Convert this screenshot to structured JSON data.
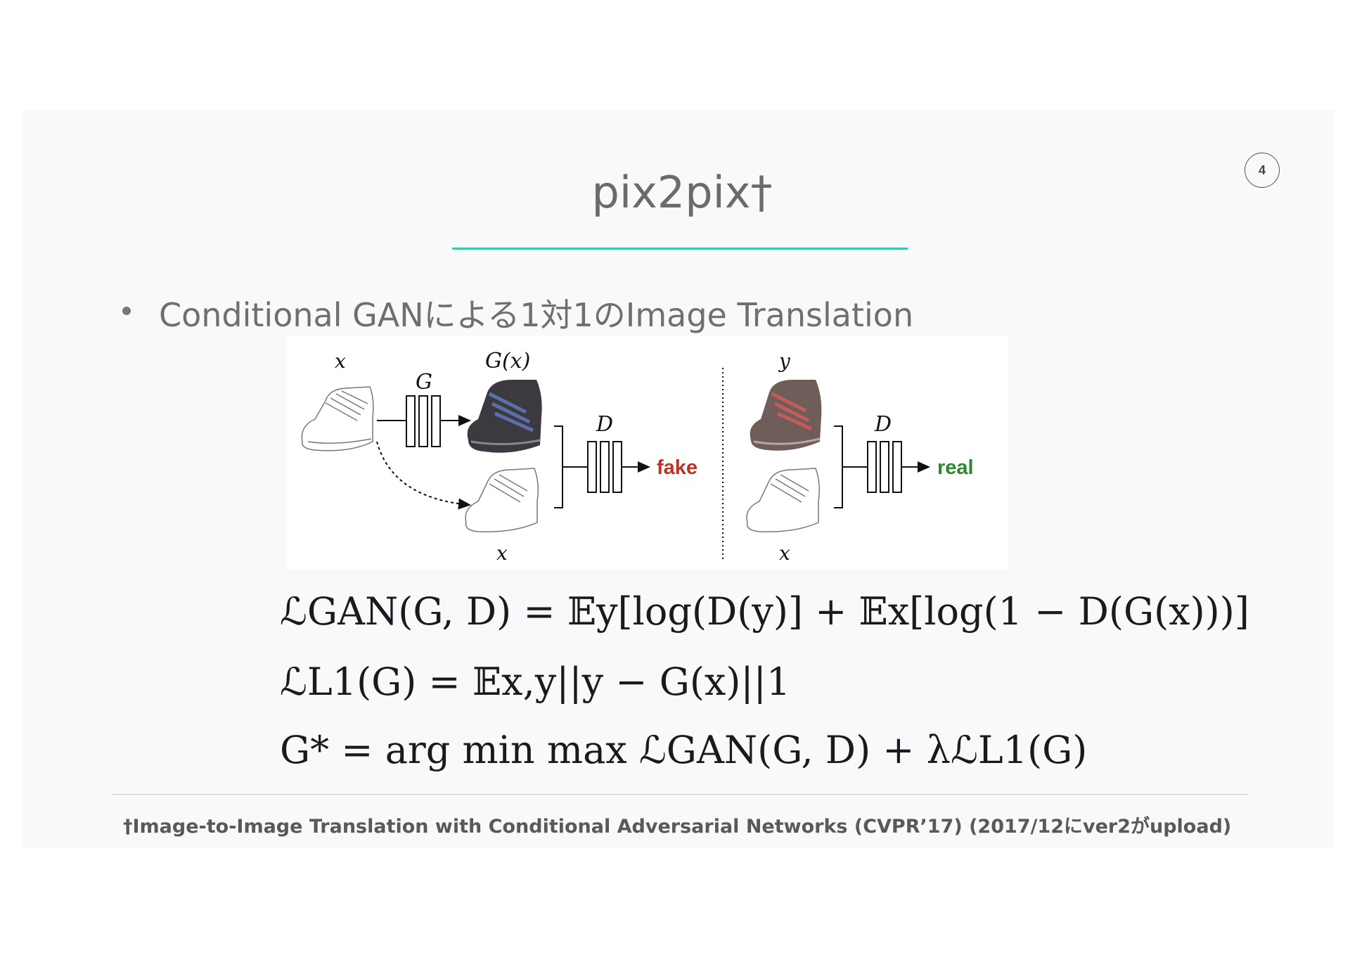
{
  "slide": {
    "page_number": "4",
    "title": "pix2pix†",
    "bullet": "Conditional GANによる1対1のImage Translation",
    "figure": {
      "label_x_top": "x",
      "label_G": "G",
      "label_Gx": "G(x)",
      "label_D_left": "D",
      "label_fake": "fake",
      "label_x_bottom_left": "x",
      "label_y": "y",
      "label_D_right": "D",
      "label_real": "real",
      "label_x_bottom_right": "x",
      "colors": {
        "fake": "#c0311f",
        "real": "#2a8a2a"
      }
    },
    "equations": {
      "gan_loss": "ℒGAN(G, D) = 𝔼y[log(D(y)] + 𝔼x[log(1 − D(G(x)))]",
      "l1_loss": "ℒL1(G) = 𝔼x,y||y − G(x)||1",
      "objective": "G* = arg min max ℒGAN(G, D) + λℒL1(G)"
    },
    "footnote": "†Image-to-Image Translation with Conditional Adversarial Networks (CVPR’17) (2017/12にver2がupload)",
    "accent_color": "#3cc7ad"
  }
}
